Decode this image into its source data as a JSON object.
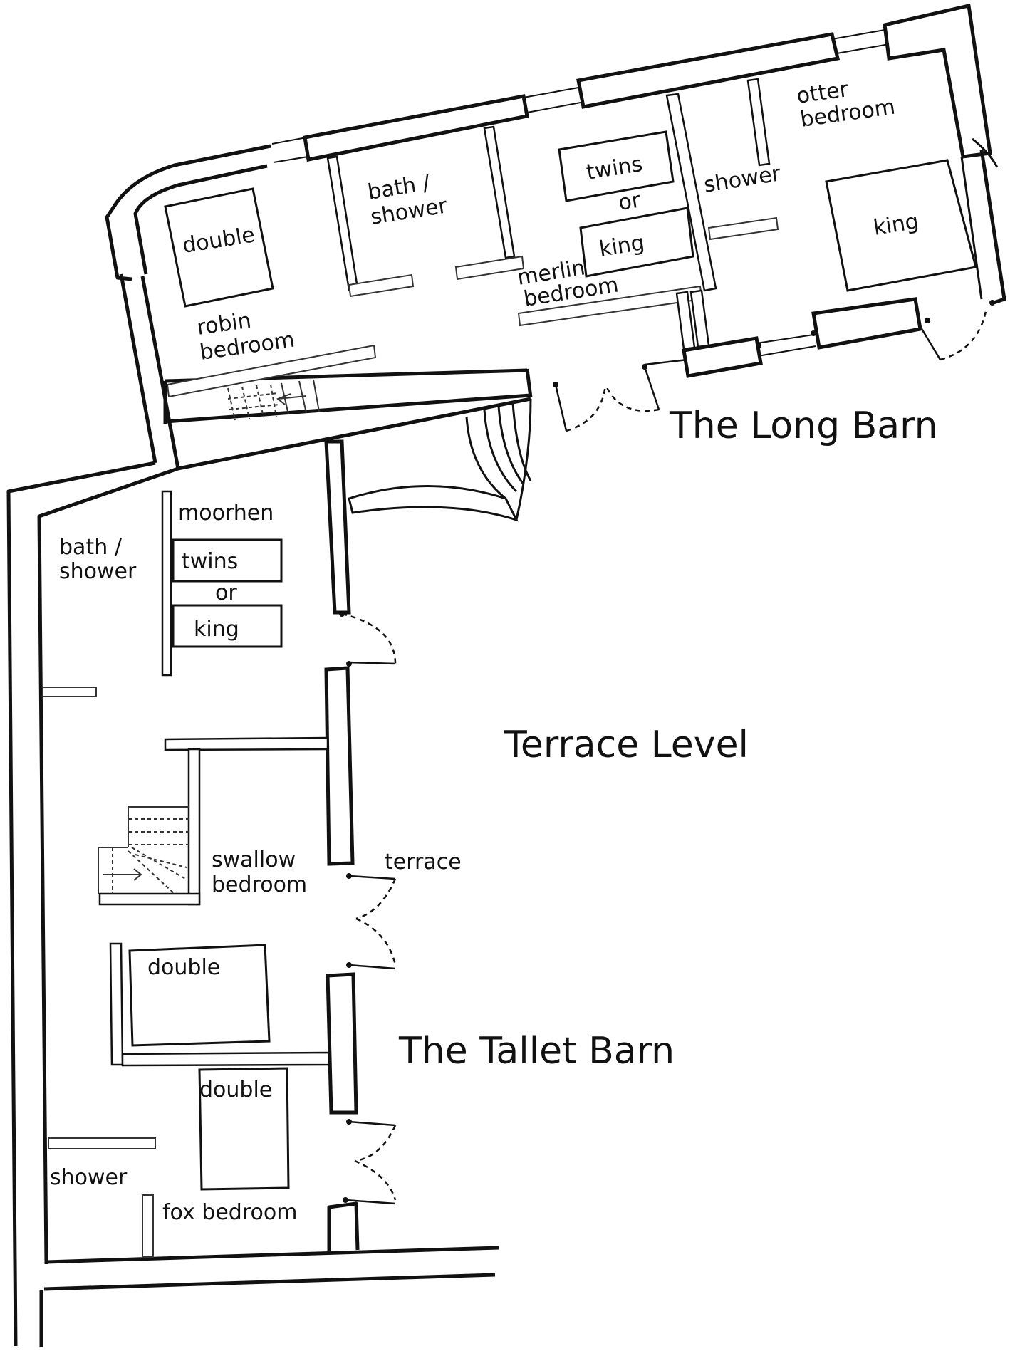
{
  "titles": {
    "long_barn": "The Long Barn",
    "terrace_level": "Terrace Level",
    "tallet_barn": "The Tallet Barn"
  },
  "labels": {
    "robin_bed": "double",
    "robin_room_1": "robin",
    "robin_room_2": "bedroom",
    "bath_shower_1": "bath /",
    "bath_shower_2": "shower",
    "merlin_twins": "twins",
    "merlin_or": "or",
    "merlin_king": "king",
    "merlin_room_1": "merlin",
    "merlin_room_2": "bedroom",
    "otter_shower": "shower",
    "otter_room_1": "otter",
    "otter_room_2": "bedroom",
    "otter_bed": "king",
    "moorhen_room": "moorhen",
    "moorhen_bath_1": "bath /",
    "moorhen_bath_2": "shower",
    "moorhen_twins": "twins",
    "moorhen_or": "or",
    "moorhen_king": "king",
    "swallow_room_1": "swallow",
    "swallow_room_2": "bedroom",
    "terrace": "terrace",
    "tallet_double_1": "double",
    "tallet_double_2": "double",
    "fox_shower": "shower",
    "fox_room": "fox bedroom"
  }
}
